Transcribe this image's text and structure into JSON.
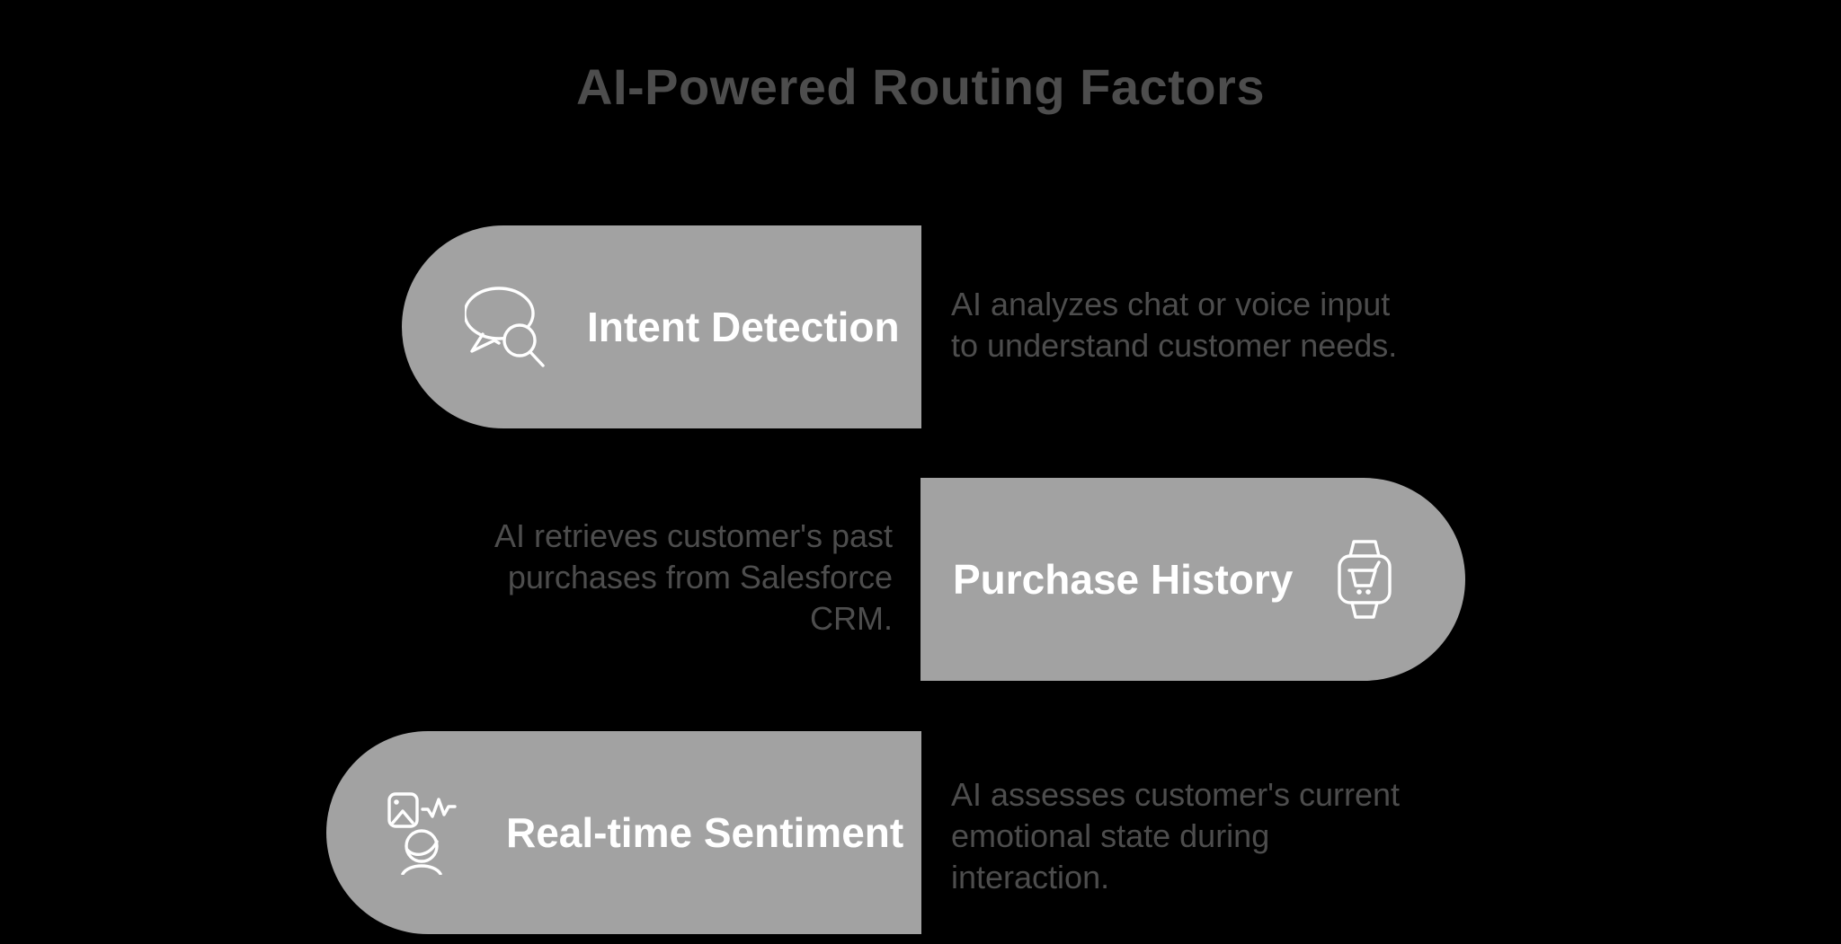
{
  "title": "AI-Powered Routing Factors",
  "colors": {
    "background": "#000000",
    "pill": "#a2a2a2",
    "pill_text": "#ffffff",
    "muted_text": "#4d4d4d"
  },
  "factors": [
    {
      "label": "Intent Detection",
      "icon": "chat-search-icon",
      "side": "left",
      "description": "AI analyzes chat or voice input to understand customer needs.",
      "lines": [
        "AI analyzes chat or voice input",
        "to understand customer needs."
      ]
    },
    {
      "label": "Purchase History",
      "icon": "watch-cart-icon",
      "side": "right",
      "description": "AI retrieves customer's past purchases from Salesforce CRM.",
      "lines": [
        "AI retrieves customer's past",
        "purchases from Salesforce",
        "CRM."
      ]
    },
    {
      "label": "Real-time Sentiment",
      "icon": "media-sentiment-icon",
      "side": "left",
      "description": "AI assesses customer's current emotional state during interaction.",
      "lines": [
        "AI assesses customer's current",
        "emotional state during",
        "interaction."
      ]
    }
  ]
}
